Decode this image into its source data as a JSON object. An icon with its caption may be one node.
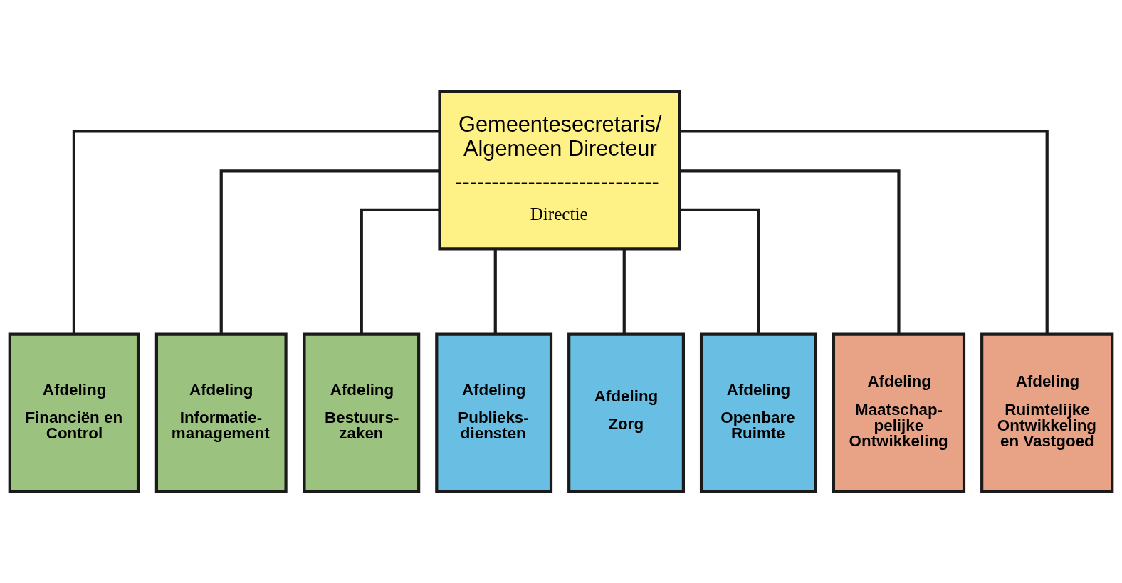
{
  "diagram": {
    "nodes": [
      {
        "text": [
          "Gemeentesecretaris/ Algemeen Directeur",
          "----------------------------",
          "Directie"
        ]
      },
      {
        "text": [
          "Afdeling",
          "Financiën en Control"
        ]
      },
      {
        "text": [
          "Afdeling",
          "Informatie- management"
        ]
      },
      {
        "text": [
          "Afdeling",
          "Bestuurs- zaken"
        ]
      },
      {
        "text": [
          "Afdeling",
          "Publieks- diensten"
        ]
      },
      {
        "text": [
          "Afdeling",
          "Zorg"
        ]
      },
      {
        "text": [
          "Afdeling",
          "Openbare Ruimte"
        ]
      },
      {
        "text": [
          "Afdeling",
          "Maatschap- pelijke Ontwikkeling"
        ]
      },
      {
        "text": [
          "Afdeling",
          "Ruimtelijke Ontwikkeling en Vastgoed"
        ]
      }
    ],
    "edges": [
      {
        "from": 0,
        "to": 1,
        "arrow": "none"
      },
      {
        "from": 0,
        "to": 2,
        "arrow": "none"
      },
      {
        "from": 0,
        "to": 3,
        "arrow": "none"
      },
      {
        "from": 0,
        "to": 4,
        "arrow": "none"
      },
      {
        "from": 0,
        "to": 5,
        "arrow": "none"
      },
      {
        "from": 0,
        "to": 6,
        "arrow": "none"
      },
      {
        "from": 0,
        "to": 7,
        "arrow": "none"
      },
      {
        "from": 0,
        "to": 8,
        "arrow": "none"
      }
    ]
  }
}
